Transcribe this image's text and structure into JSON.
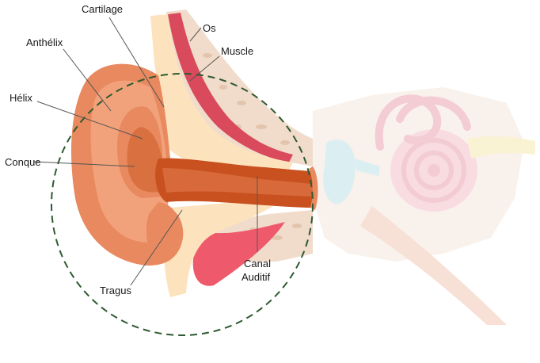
{
  "labels": {
    "cartilage": "Cartilage",
    "os": "Os",
    "anthelix": "Anthélix",
    "muscle": "Muscle",
    "helix": "Hélix",
    "conque": "Conque",
    "canal_line1": "Canal",
    "canal_line2": "Auditif",
    "tragus": "Tragus"
  },
  "colors": {
    "skin_outer": "#e8895f",
    "skin_mid": "#f2a27a",
    "skin_light": "#f7c09c",
    "canal": "#c8511f",
    "cartilage": "#fde3bd",
    "bone": "#f1dccb",
    "bone_spots": "#e3c4ac",
    "muscle": "#d94a5c",
    "pink": "#ee5a6c",
    "faded_inner": "#f6d9cf",
    "cochlea": "#f4c7cf",
    "nerve": "#f8efbf",
    "ossicle_blue": "#c9e6ea",
    "circle": "#2e5a30"
  }
}
